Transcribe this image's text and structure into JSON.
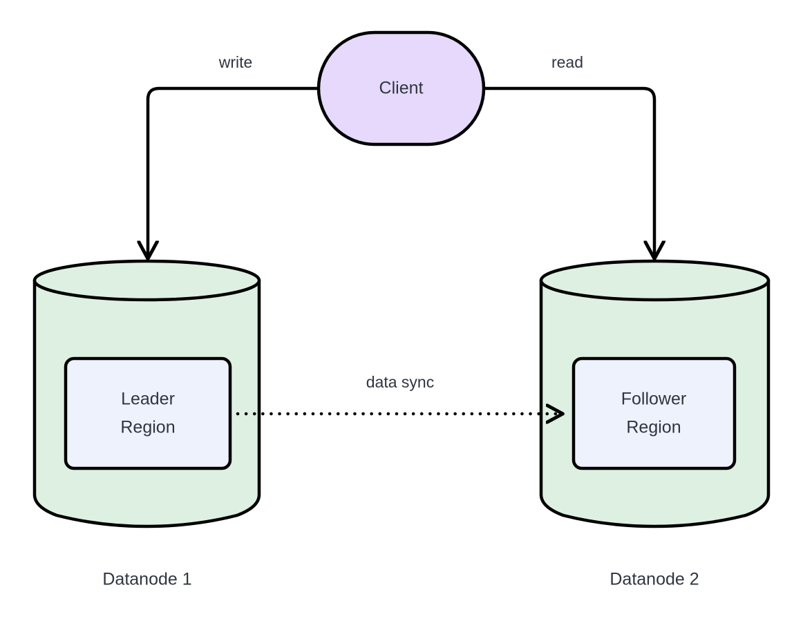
{
  "diagram": {
    "type": "architecture-diagram",
    "background_color": "#ffffff",
    "stroke_color": "#000000",
    "text_color": "#2f3640",
    "nodes": {
      "client": {
        "label": "Client",
        "shape": "stadium",
        "fill": "#e6d9fb"
      },
      "datanode1": {
        "caption": "Datanode 1",
        "shape": "cylinder",
        "fill": "#ddf0e1",
        "region": {
          "line1": "Leader",
          "line2": "Region",
          "fill": "#eef2fc"
        }
      },
      "datanode2": {
        "caption": "Datanode 2",
        "shape": "cylinder",
        "fill": "#ddf0e1",
        "region": {
          "line1": "Follower",
          "line2": "Region",
          "fill": "#eef2fc"
        }
      }
    },
    "edges": [
      {
        "id": "write-edge",
        "label": "write",
        "from": "client",
        "to": "datanode1",
        "style": "solid",
        "arrow": "end"
      },
      {
        "id": "read-edge",
        "label": "read",
        "from": "client",
        "to": "datanode2",
        "style": "solid",
        "arrow": "end"
      },
      {
        "id": "data-sync-edge",
        "label": "data sync",
        "from": "leader-region",
        "to": "follower-region",
        "style": "dotted",
        "arrow": "end"
      }
    ]
  }
}
